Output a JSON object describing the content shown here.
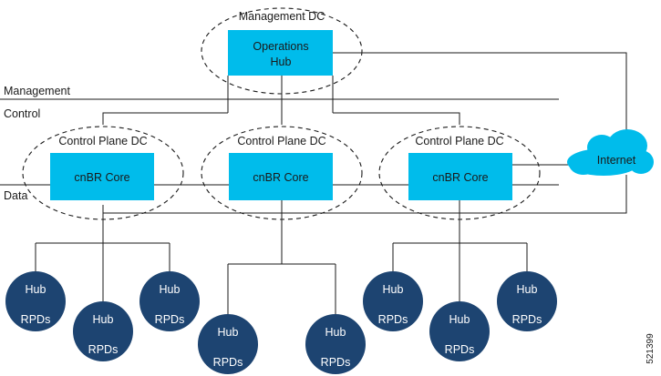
{
  "management_dc": {
    "label": "Management DC",
    "box_line1": "Operations",
    "box_line2": "Hub"
  },
  "planes": {
    "management": "Management",
    "control": "Control",
    "data": "Data"
  },
  "control_plane_dcs": [
    {
      "label": "Control Plane DC",
      "core": "cnBR Core"
    },
    {
      "label": "Control Plane DC",
      "core": "cnBR Core"
    },
    {
      "label": "Control Plane DC",
      "core": "cnBR Core"
    }
  ],
  "internet": "Internet",
  "hub_node": {
    "line1": "Hub",
    "line2": "RPDs"
  },
  "figure_id": "521399",
  "colors": {
    "box": "#00bceb",
    "hub": "#1d4471",
    "line": "#1a1a1a"
  }
}
